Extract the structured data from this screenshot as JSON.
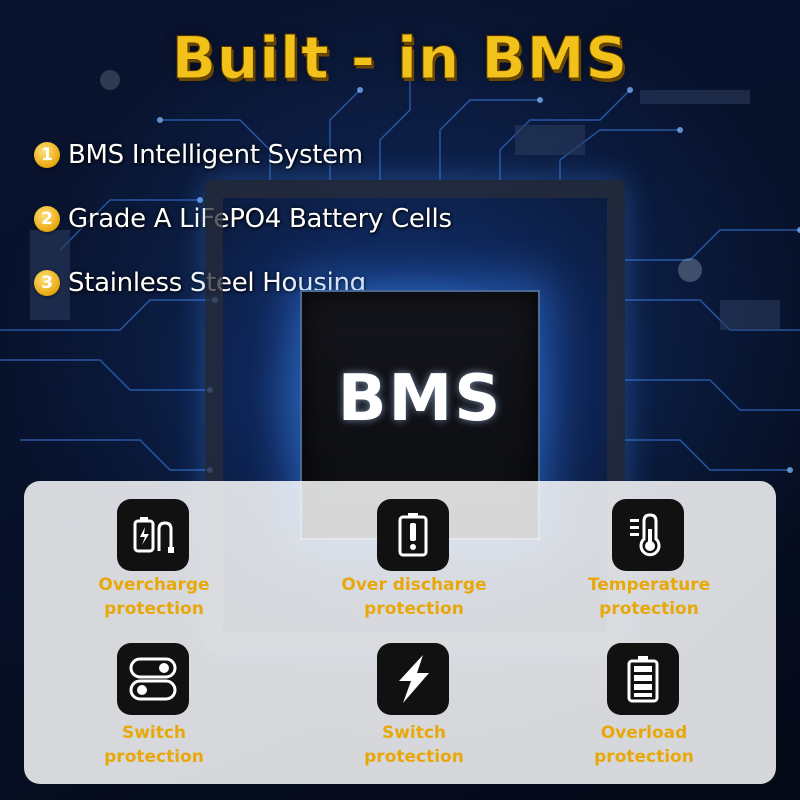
{
  "headline": "Built - in BMS",
  "features": [
    {
      "number": "1",
      "text": "BMS Intelligent System"
    },
    {
      "number": "2",
      "text": "Grade A LiFePO4 Battery Cells"
    },
    {
      "number": "3",
      "text": "Stainless Steel Housing"
    }
  ],
  "chip_label": "BMS",
  "protections": [
    {
      "icon": "overcharge-icon",
      "line1": "Overcharge",
      "line2": "protection"
    },
    {
      "icon": "over-discharge-icon",
      "line1": "Over discharge",
      "line2": "protection"
    },
    {
      "icon": "temperature-icon",
      "line1": "Temperature",
      "line2": "protection"
    },
    {
      "icon": "toggle-switch-icon",
      "line1": "Switch",
      "line2": "protection"
    },
    {
      "icon": "current-surge-icon",
      "line1": "Switch",
      "line2": "protection"
    },
    {
      "icon": "battery-full-icon",
      "line1": "Overload",
      "line2": "protection"
    }
  ],
  "colors": {
    "accent": "#f3c21a",
    "label": "#e8a80c",
    "icon_bg": "#111111"
  }
}
